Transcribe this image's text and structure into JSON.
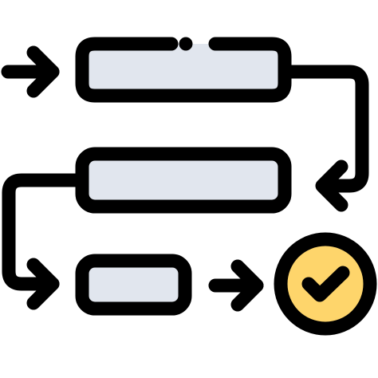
{
  "diagram": {
    "type": "process-flow-icon",
    "steps": [
      {
        "name": "step-1-box",
        "fill": "#e1e6ee"
      },
      {
        "name": "step-2-box",
        "fill": "#e1e6ee"
      },
      {
        "name": "step-3-box",
        "fill": "#e1e6ee"
      }
    ],
    "completion": {
      "icon": "check-icon",
      "fill": "#fed56b"
    }
  },
  "colors": {
    "stroke": "#000000",
    "box_fill": "#e1e6ee",
    "check_fill": "#fed56b",
    "background": "#ffffff"
  }
}
